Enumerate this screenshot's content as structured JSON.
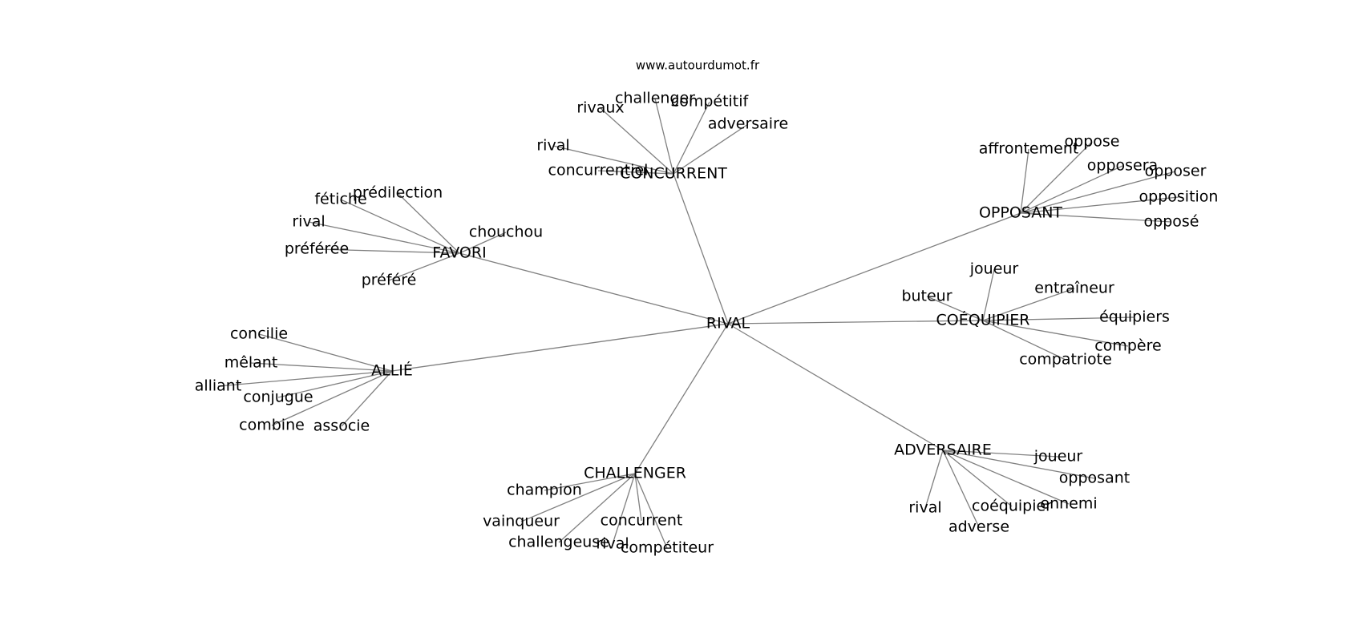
{
  "watermark": "www.autourdumot.fr",
  "colors": {
    "edge": "#808080",
    "text": "#000000",
    "background": "#ffffff"
  },
  "center": "RIVAL",
  "clusters": [
    {
      "hub": "CONCURRENT",
      "leaves": [
        "rivaux",
        "challenger",
        "compétitif",
        "adversaire",
        "rival",
        "concurrentiel"
      ]
    },
    {
      "hub": "OPPOSANT",
      "leaves": [
        "affrontement",
        "oppose",
        "opposera",
        "opposer",
        "opposition",
        "opposé"
      ]
    },
    {
      "hub": "FAVORI",
      "leaves": [
        "prédilection",
        "fétiche",
        "rival",
        "chouchou",
        "préférée",
        "préféré"
      ]
    },
    {
      "hub": "COÉQUIPIER",
      "leaves": [
        "joueur",
        "buteur",
        "entraîneur",
        "équipiers",
        "compère",
        "compatriote"
      ]
    },
    {
      "hub": "ALLIÉ",
      "leaves": [
        "concilie",
        "mêlant",
        "alliant",
        "conjugue",
        "combine",
        "associe"
      ]
    },
    {
      "hub": "ADVERSAIRE",
      "leaves": [
        "joueur",
        "opposant",
        "ennemi",
        "coéquipier",
        "rival",
        "adverse"
      ]
    },
    {
      "hub": "CHALLENGER",
      "leaves": [
        "champion",
        "vainqueur",
        "concurrent",
        "challengeuse",
        "rival",
        "compétiteur"
      ]
    }
  ]
}
